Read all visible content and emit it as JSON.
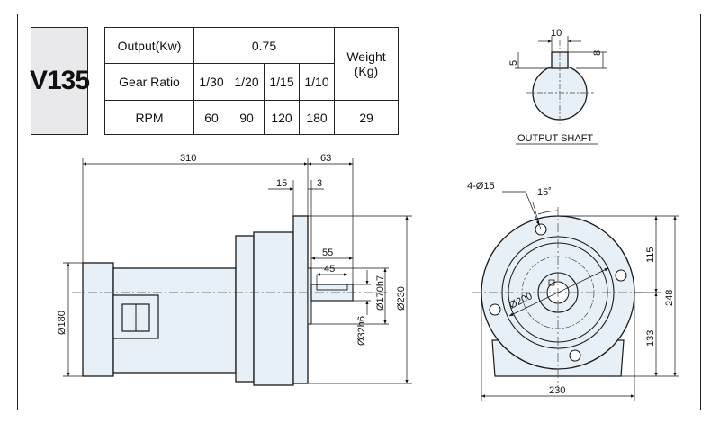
{
  "model": "V135",
  "spec_table": {
    "output_label": "Output(Kw)",
    "output_value": "0.75",
    "gear_ratio_label": "Gear  Ratio",
    "gear_ratios": [
      "1/30",
      "1/20",
      "1/15",
      "1/10"
    ],
    "rpm_label": "RPM",
    "rpm_values": [
      "60",
      "90",
      "120",
      "180"
    ],
    "weight_label_line1": "Weight",
    "weight_label_line2": "(Kg)",
    "weight_value": "29"
  },
  "shaft": {
    "caption": "OUTPUT SHAFT",
    "dims": {
      "width": "10",
      "key_height": "5",
      "key_depth": "8"
    }
  },
  "side_view": {
    "dims": {
      "length": "310",
      "shaft_section": "63",
      "flange": "15",
      "gap": "3",
      "shaft_len": "55",
      "key_len": "45",
      "motor_dia": "Ø180",
      "shaft_dia": "Ø32h6",
      "spigot_dia": "Ø170h7",
      "flange_dia": "Ø230"
    }
  },
  "front_view": {
    "dims": {
      "holes": "4-Ø15",
      "angle": "15˚",
      "pcd": "Ø200",
      "upper_height": "115",
      "lower_height": "133",
      "total_height": "248",
      "width": "230"
    }
  },
  "colors": {
    "body_fill": "#e6f0f6",
    "line": "#1a1a1a",
    "model_fill": "#e9e9ec"
  }
}
